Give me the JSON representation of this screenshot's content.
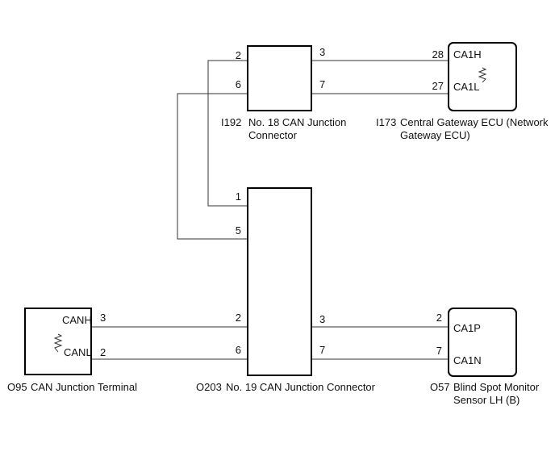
{
  "components": {
    "i192": {
      "ref": "I192",
      "name_line1": "No. 18 CAN Junction",
      "name_line2": "Connector",
      "pins": {
        "p2": "2",
        "p6": "6",
        "p3": "3",
        "p7": "7"
      }
    },
    "i173": {
      "ref": "I173",
      "name_line1": "Central Gateway ECU (Network",
      "name_line2": "Gateway ECU)",
      "pins": {
        "p28": "28",
        "p27": "27"
      },
      "signals": {
        "h": "CA1H",
        "l": "CA1L"
      }
    },
    "o203": {
      "ref": "O203",
      "name": "No. 19 CAN Junction Connector",
      "pins": {
        "p1": "1",
        "p5": "5",
        "p2": "2",
        "p6": "6",
        "p3": "3",
        "p7": "7"
      }
    },
    "o95": {
      "ref": "O95",
      "name": "CAN Junction Terminal",
      "pins": {
        "p3": "3",
        "p2": "2"
      },
      "signals": {
        "h": "CANH",
        "l": "CANL"
      }
    },
    "o57": {
      "ref": "O57",
      "name_line1": "Blind Spot Monitor",
      "name_line2": "Sensor LH (B)",
      "pins": {
        "p2": "2",
        "p7": "7"
      },
      "signals": {
        "p": "CA1P",
        "n": "CA1N"
      }
    }
  },
  "colors": {
    "wire": "#333333",
    "box": "#000000",
    "text": "#111111"
  }
}
